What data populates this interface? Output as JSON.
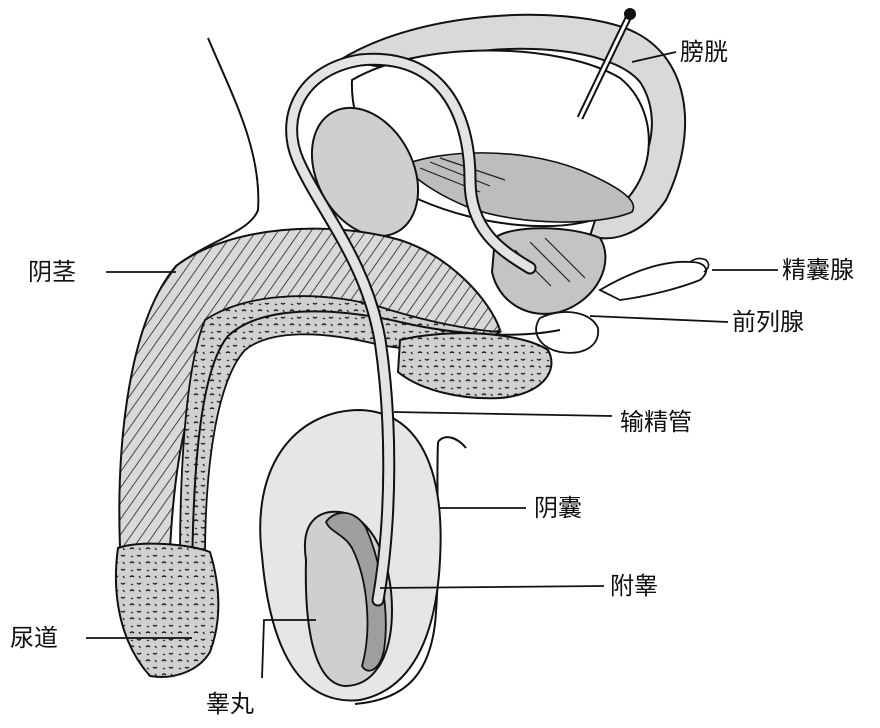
{
  "labels": {
    "bladder": "膀胱",
    "seminal_vesicle": "精囊腺",
    "prostate": "前列腺",
    "vas_deferens": "输精管",
    "scrotum": "阴囊",
    "epididymis": "附睾",
    "penis": "阴茎",
    "urethra": "尿道",
    "testis": "睾丸"
  },
  "colors": {
    "background": "#ffffff",
    "ink": "#111111",
    "tissue": "#d9d9d9",
    "tissue_dark": "#bdbdbd",
    "lumen": "#ffffff"
  }
}
